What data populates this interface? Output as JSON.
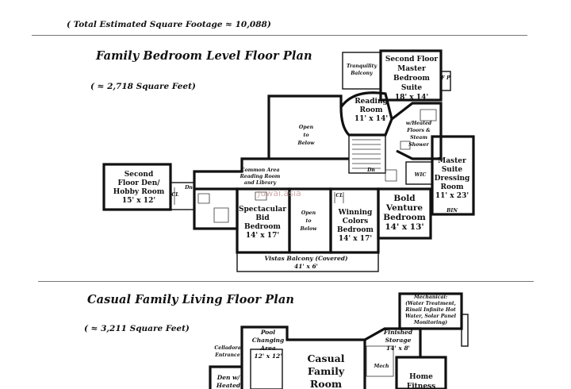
{
  "header": {
    "total_sqft": "( Total Estimated Square Footage ≈ 10,088)"
  },
  "bedroom_level": {
    "title": "Family Bedroom Level Floor Plan",
    "sqft": "( ≈ 2,718 Square Feet)",
    "rooms": {
      "tranquility_1": "Tranquility",
      "tranquility_2": "Balcony",
      "master_1": "Second Floor",
      "master_2": "Master",
      "master_3": "Bedroom",
      "master_4": "Suite",
      "master_5": "18' x 14'",
      "fp": "F P",
      "reading_1": "Reading",
      "reading_2": "Room",
      "reading_3": "11' x 14'",
      "open_1": "Open",
      "open_2": "to",
      "open_3": "Below",
      "heated_1": "w/Heated",
      "heated_2": "Floors &",
      "heated_3": "Steam",
      "heated_4": "Shower",
      "dressing_1": "Master",
      "dressing_2": "Suite",
      "dressing_3": "Dressing",
      "dressing_4": "Room",
      "dressing_5": "11' x 23'",
      "bin": "BIN",
      "wic": "WIC",
      "dn": "Dn",
      "den_1": "Second",
      "den_2": "Floor Den/",
      "den_3": "Hobby Room",
      "den_4": "15' x 12'",
      "cl": "CL",
      "common_1": "Common Area",
      "common_2": "Reading Room",
      "common_3": "and Library",
      "spec_1": "Spectacular",
      "spec_2": "Bid",
      "spec_3": "Bedroom",
      "spec_4": "14' x 17'",
      "winning_1": "Winning",
      "winning_2": "Colors",
      "winning_3": "Bedroom",
      "winning_4": "14' x 17'",
      "bold_1": "Bold",
      "bold_2": "Venture",
      "bold_3": "Bedroom",
      "bold_4": "14' x 13'",
      "vistas_1": "Vistas Balcony (Covered)",
      "vistas_2": "41' x 6'"
    }
  },
  "watermark": "Juwai.asia",
  "living_level": {
    "title": "Casual Family Living Floor Plan",
    "sqft": "( ≈ 3,211 Square Feet)",
    "rooms": {
      "mech_1": "Mechanical:",
      "mech_2": "(Water Treatment,",
      "mech_3": "Rinaii Infinite Hot",
      "mech_4": "Water, Solar Panel",
      "mech_5": "Monitoring)",
      "pool_1": "Pool",
      "pool_2": "Changing",
      "pool_3": "Area",
      "pool_4": "12' x 12'",
      "finished_1": "Finished",
      "finished_2": "Storage",
      "finished_3": "14' x 8'",
      "cellador_1": "Celladora",
      "cellador_2": "Entrance",
      "casual_1": "Casual",
      "casual_2": "Family",
      "casual_3": "Room",
      "mech_short": "Mech",
      "fitness_1": "Home",
      "fitness_2": "Fitness",
      "denw_1": "Den w/",
      "denw_2": "Heated"
    }
  }
}
